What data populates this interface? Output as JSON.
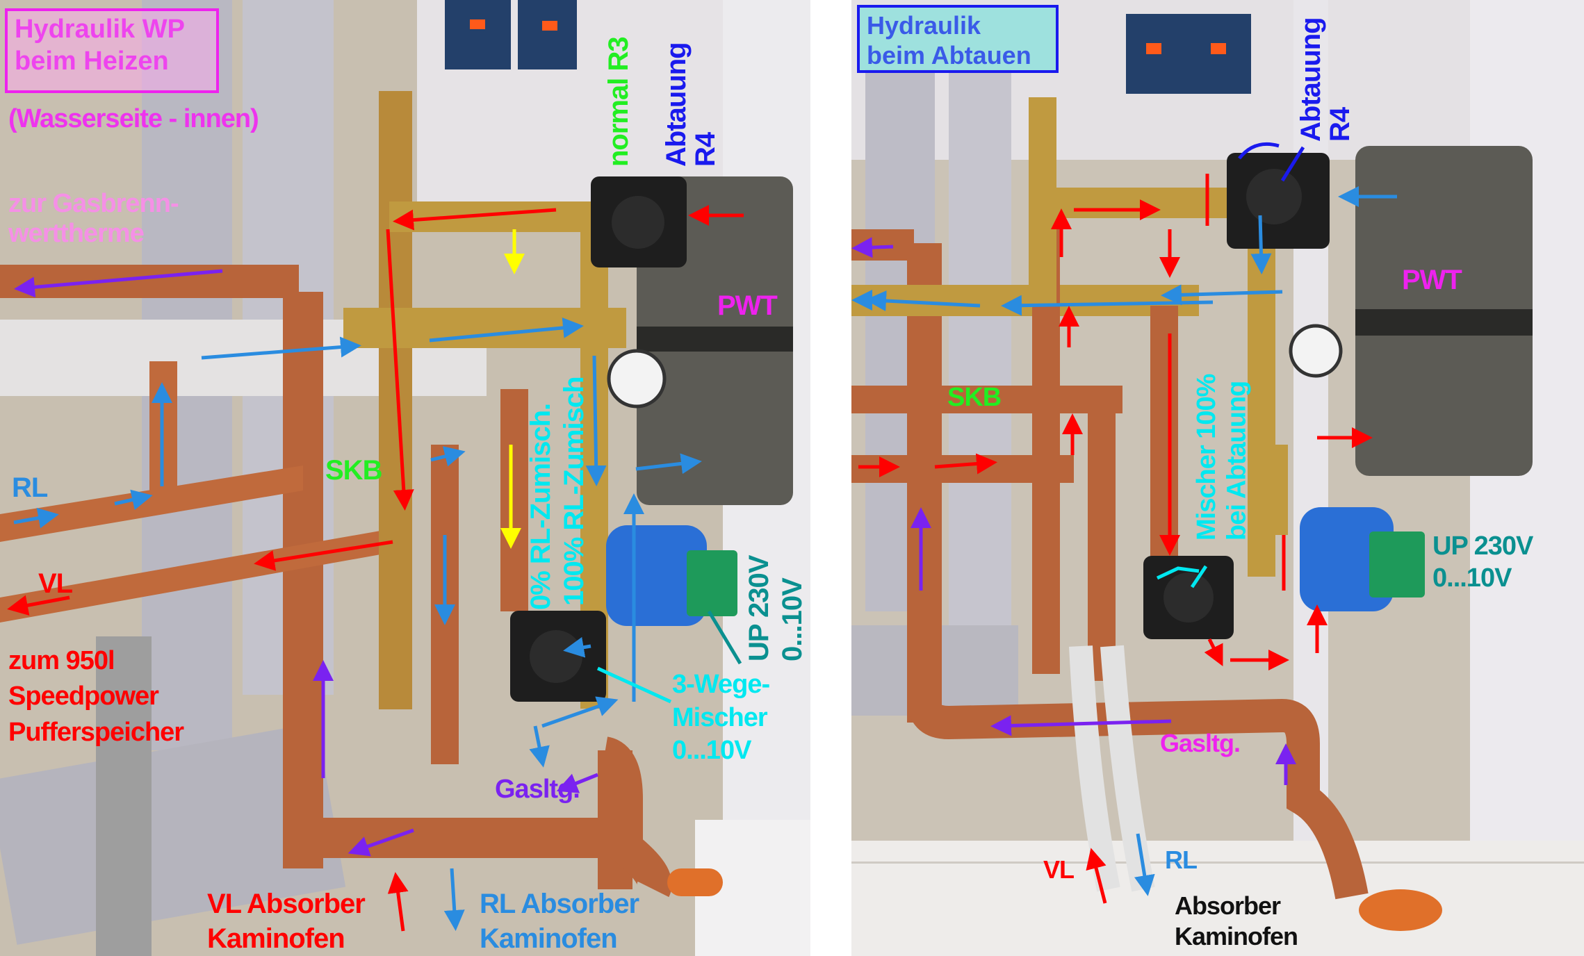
{
  "left": {
    "title": {
      "line1": "Hydraulik WP",
      "line2": "beim Heizen"
    },
    "subtitle": "(Wasserseite - innen)",
    "gas_boiler": {
      "line1": "zur Gasbrenn-",
      "line2": "werttherme"
    },
    "normal_r3": "normal R3",
    "defrost_r4": {
      "line1": "Abtauung",
      "line2": "R4"
    },
    "pwt": "PWT",
    "skb": "SKB",
    "rl": "RL",
    "vl": "VL",
    "buffer": {
      "line1": "zum 950l",
      "line2": "Speedpower",
      "line3": "Pufferspeicher"
    },
    "mix_0": "0% RL-Zumisch.",
    "mix_100": "100% RL-Zumisch",
    "pump": {
      "line1": "UP 230V",
      "line2": "0...10V"
    },
    "mixer": {
      "line1": "3-Wege-",
      "line2": "Mischer",
      "line3": "0...10V"
    },
    "gas_line": "Gasltg.",
    "vl_absorber": {
      "line1": "VL Absorber",
      "line2": "Kaminofen"
    },
    "rl_absorber": {
      "line1": "RL Absorber",
      "line2": "Kaminofen"
    }
  },
  "right": {
    "title": {
      "line1": "Hydraulik",
      "line2": "beim Abtauen"
    },
    "defrost_r4": {
      "line1": "Abtauung",
      "line2": "R4"
    },
    "pwt": "PWT",
    "skb": "SKB",
    "mixer": {
      "line1": "Mischer 100%",
      "line2": "bei Abtauung"
    },
    "pump": {
      "line1": "UP 230V",
      "line2": "0...10V"
    },
    "gas_line": "Gasltg.",
    "vl": "VL",
    "rl": "RL",
    "absorber": {
      "line1": "Absorber",
      "line2": "Kaminofen"
    }
  },
  "colors": {
    "flow_hot": "#ff0000",
    "flow_return": "#2a8ce0",
    "gas": "#7a22f0",
    "bypass": "#ffff00"
  }
}
